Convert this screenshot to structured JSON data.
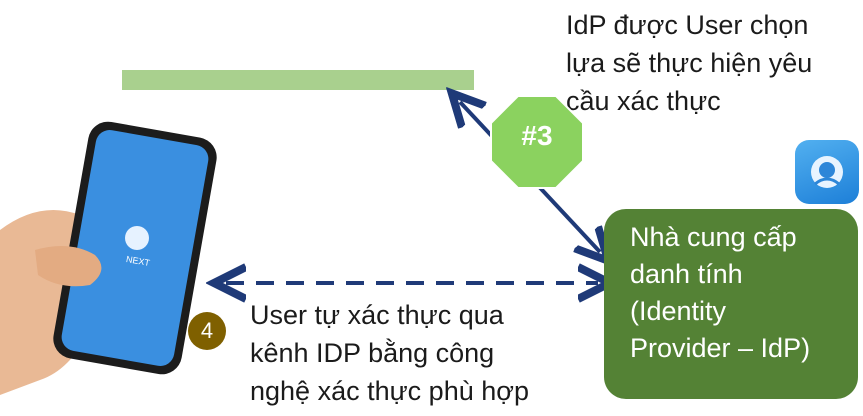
{
  "idp_caption": {
    "line1": "IdP được User chọn",
    "line2": "lựa sẽ thực hiện yêu",
    "line3": "cầu xác thực"
  },
  "step3": {
    "label": "#3",
    "fill": "#8bd25f"
  },
  "idp_box": {
    "line1": "Nhà cung cấp",
    "line2": "danh tính",
    "line3": "(Identity",
    "line4": "Provider – IdP)",
    "fill": "#548235"
  },
  "step4": {
    "label": "4",
    "fill": "#7f6000"
  },
  "user_caption": {
    "line1": "User tự xác thực qua",
    "line2": "kênh IDP bằng công",
    "line3": "nghệ xác thực phù hợp"
  },
  "phone": {
    "app_logo": "NEXT"
  },
  "arrow_color": "#1f3a78",
  "bar_color": "#a9d08e"
}
